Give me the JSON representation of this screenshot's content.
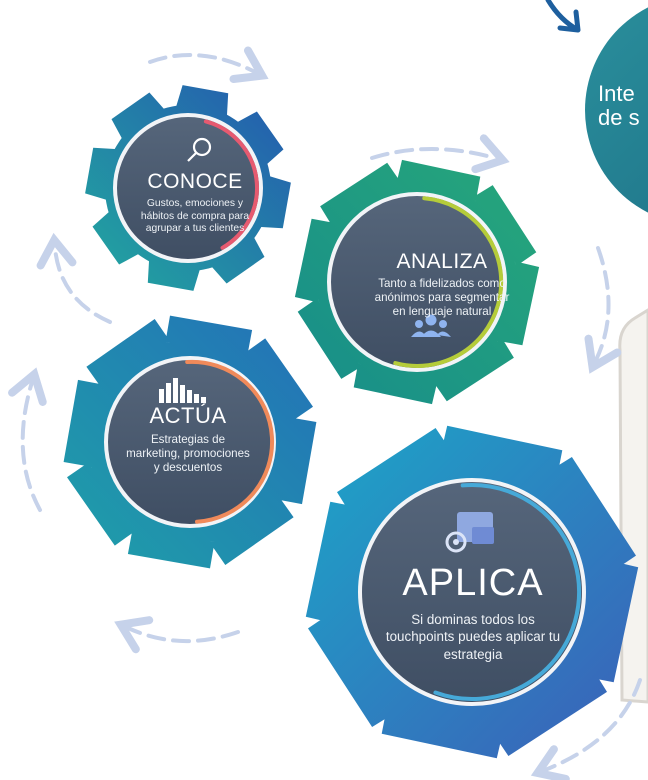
{
  "gears": {
    "conoce": {
      "title": "CONOCE",
      "description": "Gustos, emociones y hábitos de compra para agrupar a tus clientes",
      "icon": "magnifier-icon",
      "ring_color": "#e65a70"
    },
    "analiza": {
      "title": "ANALIZA",
      "description": "Tanto a fidelizados como anónimos para segmentar en lenguaje natural",
      "icon": "people-icon",
      "ring_color": "#b5cc3a"
    },
    "actua": {
      "title": "ACTÚA",
      "description": "Estrategias de marketing, promociones y descuentos",
      "icon": "bar-chart-icon",
      "ring_color": "#f08a5a"
    },
    "aplica": {
      "title": "APLICA",
      "description": "Si dominas todos los touchpoints puedes aplicar tu estrategia",
      "icon": "puzzle-gear-icon",
      "ring_color": "#46a9d8"
    }
  },
  "side_panel": {
    "line1": "Inte",
    "line2": "de s"
  },
  "colors": {
    "teal": "#1d9c9a",
    "blue": "#2468b8",
    "green": "#1e9e7a",
    "disc": "#4a5a70",
    "arrow": "#c6d2ea"
  }
}
